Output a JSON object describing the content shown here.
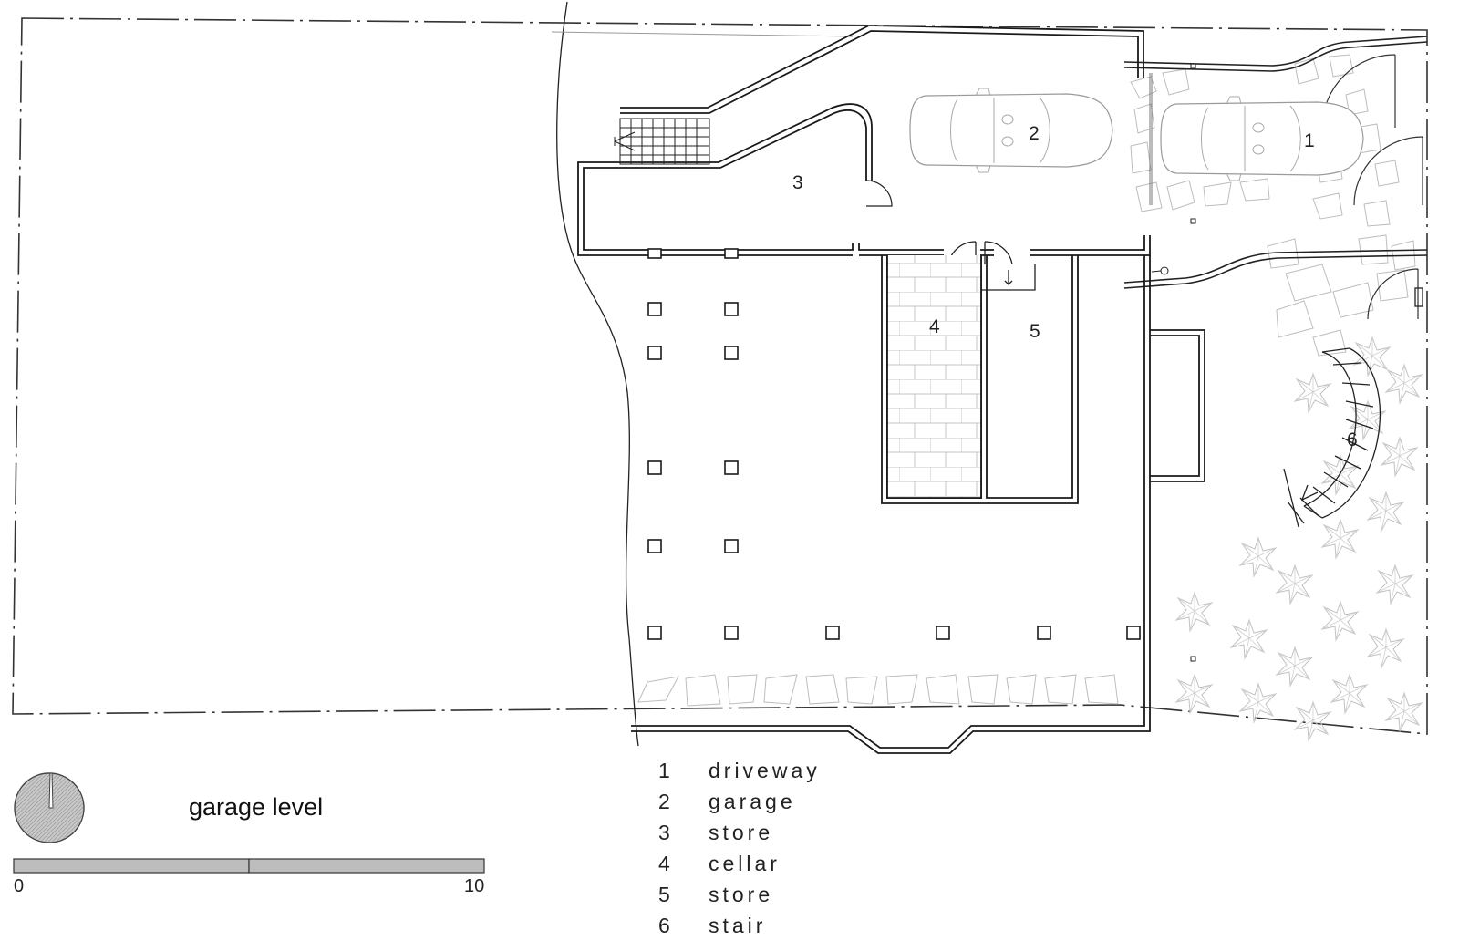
{
  "title": "garage level",
  "scale": {
    "min_label": "0",
    "max_label": "10"
  },
  "rooms": [
    {
      "number": "1",
      "name": "driveway"
    },
    {
      "number": "2",
      "name": "garage"
    },
    {
      "number": "3",
      "name": "store"
    },
    {
      "number": "4",
      "name": "cellar"
    },
    {
      "number": "5",
      "name": "store"
    },
    {
      "number": "6",
      "name": "stair"
    }
  ],
  "icons": [
    "north-arrow-icon",
    "car-icon"
  ],
  "colors": {
    "line": "#1a1a1a",
    "light_line": "#b5b5b5",
    "scale_fill": "#bdbdbd"
  }
}
